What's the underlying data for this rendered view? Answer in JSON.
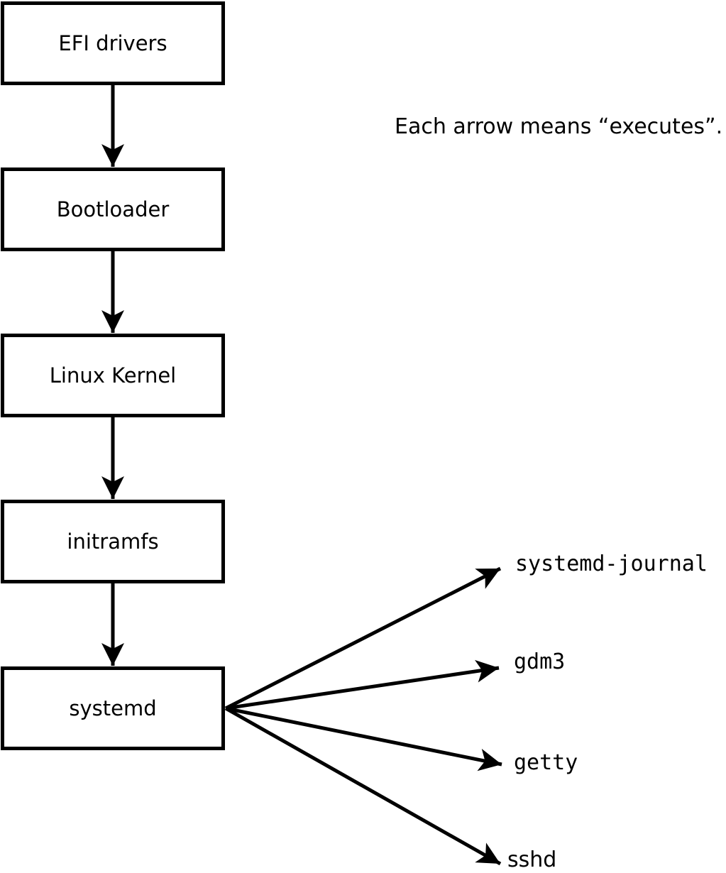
{
  "diagram": {
    "caption": "Each arrow means “executes”.",
    "boot_chain": [
      {
        "id": "efi-drivers",
        "label": "EFI drivers"
      },
      {
        "id": "bootloader",
        "label": "Bootloader"
      },
      {
        "id": "linux-kernel",
        "label": "Linux Kernel"
      },
      {
        "id": "initramfs",
        "label": "initramfs"
      },
      {
        "id": "systemd",
        "label": "systemd"
      }
    ],
    "systemd_children": [
      {
        "id": "systemd-journal",
        "label": "systemd-journal"
      },
      {
        "id": "gdm3",
        "label": "gdm3"
      },
      {
        "id": "getty",
        "label": "getty"
      },
      {
        "id": "sshd",
        "label": "sshd"
      }
    ],
    "edges": [
      {
        "from": "efi-drivers",
        "to": "bootloader",
        "meaning": "executes"
      },
      {
        "from": "bootloader",
        "to": "linux-kernel",
        "meaning": "executes"
      },
      {
        "from": "linux-kernel",
        "to": "initramfs",
        "meaning": "executes"
      },
      {
        "from": "initramfs",
        "to": "systemd",
        "meaning": "executes"
      },
      {
        "from": "systemd",
        "to": "systemd-journal",
        "meaning": "executes"
      },
      {
        "from": "systemd",
        "to": "gdm3",
        "meaning": "executes"
      },
      {
        "from": "systemd",
        "to": "getty",
        "meaning": "executes"
      },
      {
        "from": "systemd",
        "to": "sshd",
        "meaning": "executes"
      }
    ],
    "colors": {
      "stroke": "#000000",
      "text": "#000000",
      "box_fill": "#ffffff",
      "background": "#ffffff"
    }
  }
}
